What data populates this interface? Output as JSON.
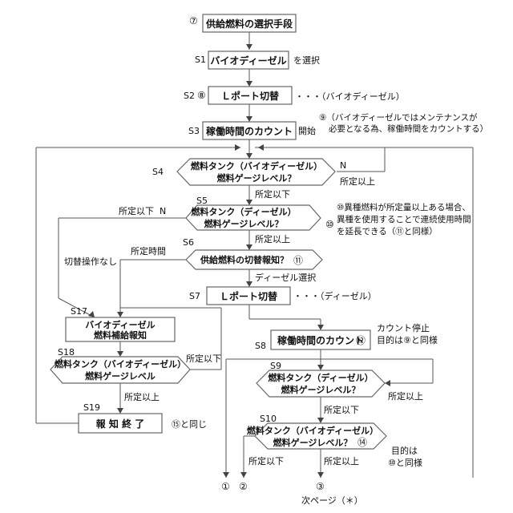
{
  "nodes": {
    "supply_select": "供給燃料の選択手段",
    "bio_box": "バイオディーゼル",
    "lport_1": "Ｌポート切替",
    "count_start": "稼働時間のカウント",
    "s4_l1": "燃料タンク（バイオディーゼル）",
    "s4_l2": "燃料ゲージレベル？",
    "s5_l1": "燃料タンク（ディーゼル）",
    "s5_l2": "燃料ゲージレベル？",
    "s6": "供給燃料の切替報知？",
    "lport_2": "Ｌポート切替",
    "s17_l1": "バイオディーゼル",
    "s17_l2": "燃料補給報知",
    "s18_l1": "燃料タンク（バイオディーゼル）",
    "s18_l2": "燃料ゲージレベル",
    "count_s8": "稼働時間のカウント",
    "s9_l1": "燃料タンク（ディーゼル）",
    "s9_l2": "燃料ゲージレベル？",
    "s19": "報 知 終 了",
    "s10_l1": "燃料タンク（バイオディーゼル）",
    "s10_l2": "燃料ゲージレベル？"
  },
  "steps": {
    "s1": "S1",
    "s2": "S2",
    "s3": "S3",
    "s4": "S4",
    "s5": "S5",
    "s6": "S6",
    "s7": "S7",
    "s8": "S8",
    "s9": "S9",
    "s10": "S10",
    "s17": "S17",
    "s18": "S18",
    "s19": "S19"
  },
  "markers": {
    "m7": "⑦",
    "m8": "⑧",
    "m10": "⑩",
    "m11": "⑪",
    "m12": "⑫",
    "m14": "⑭",
    "c1": "①",
    "c2": "②",
    "c3": "③"
  },
  "labels": {
    "select": "を選択",
    "bio_paren": "・・・（バイオディーゼル）",
    "note9_l1": "⑨（バイオディーゼルではメンテナンスが",
    "note9_l2": "必要となる為、稼働時間をカウントする）",
    "start": "開始",
    "n_s4": "N",
    "above_s4": "所定以上",
    "below_s4": "所定以下",
    "below_s5": "所定以下",
    "n_s5": "N",
    "note10_l1": "⑩異種燃料が所定量以上ある場合、",
    "note10_l2": "異種を使用することで連続使用時間",
    "note10_l3": "を延長できる（⑪と同様）",
    "above_s5": "所定以上",
    "time_s6": "所定時間",
    "no_switch": "切替操作なし",
    "diesel_sel": "ディーゼル選択",
    "diesel_paren": "・・・（ディーゼル）",
    "below_s18": "所定以下",
    "stop_l1": "カウント停止",
    "stop_l2": "目的は⑨と同様",
    "above_s18": "所定以上",
    "above_s9": "所定以上",
    "below_s9": "所定以下",
    "same15": "⑮と同じ",
    "purpose_l1": "目的は",
    "purpose_l2": "⑩と同様",
    "below_s10": "所定以下",
    "above_s10": "所定以上",
    "next_page": "次ページ（＊）"
  }
}
